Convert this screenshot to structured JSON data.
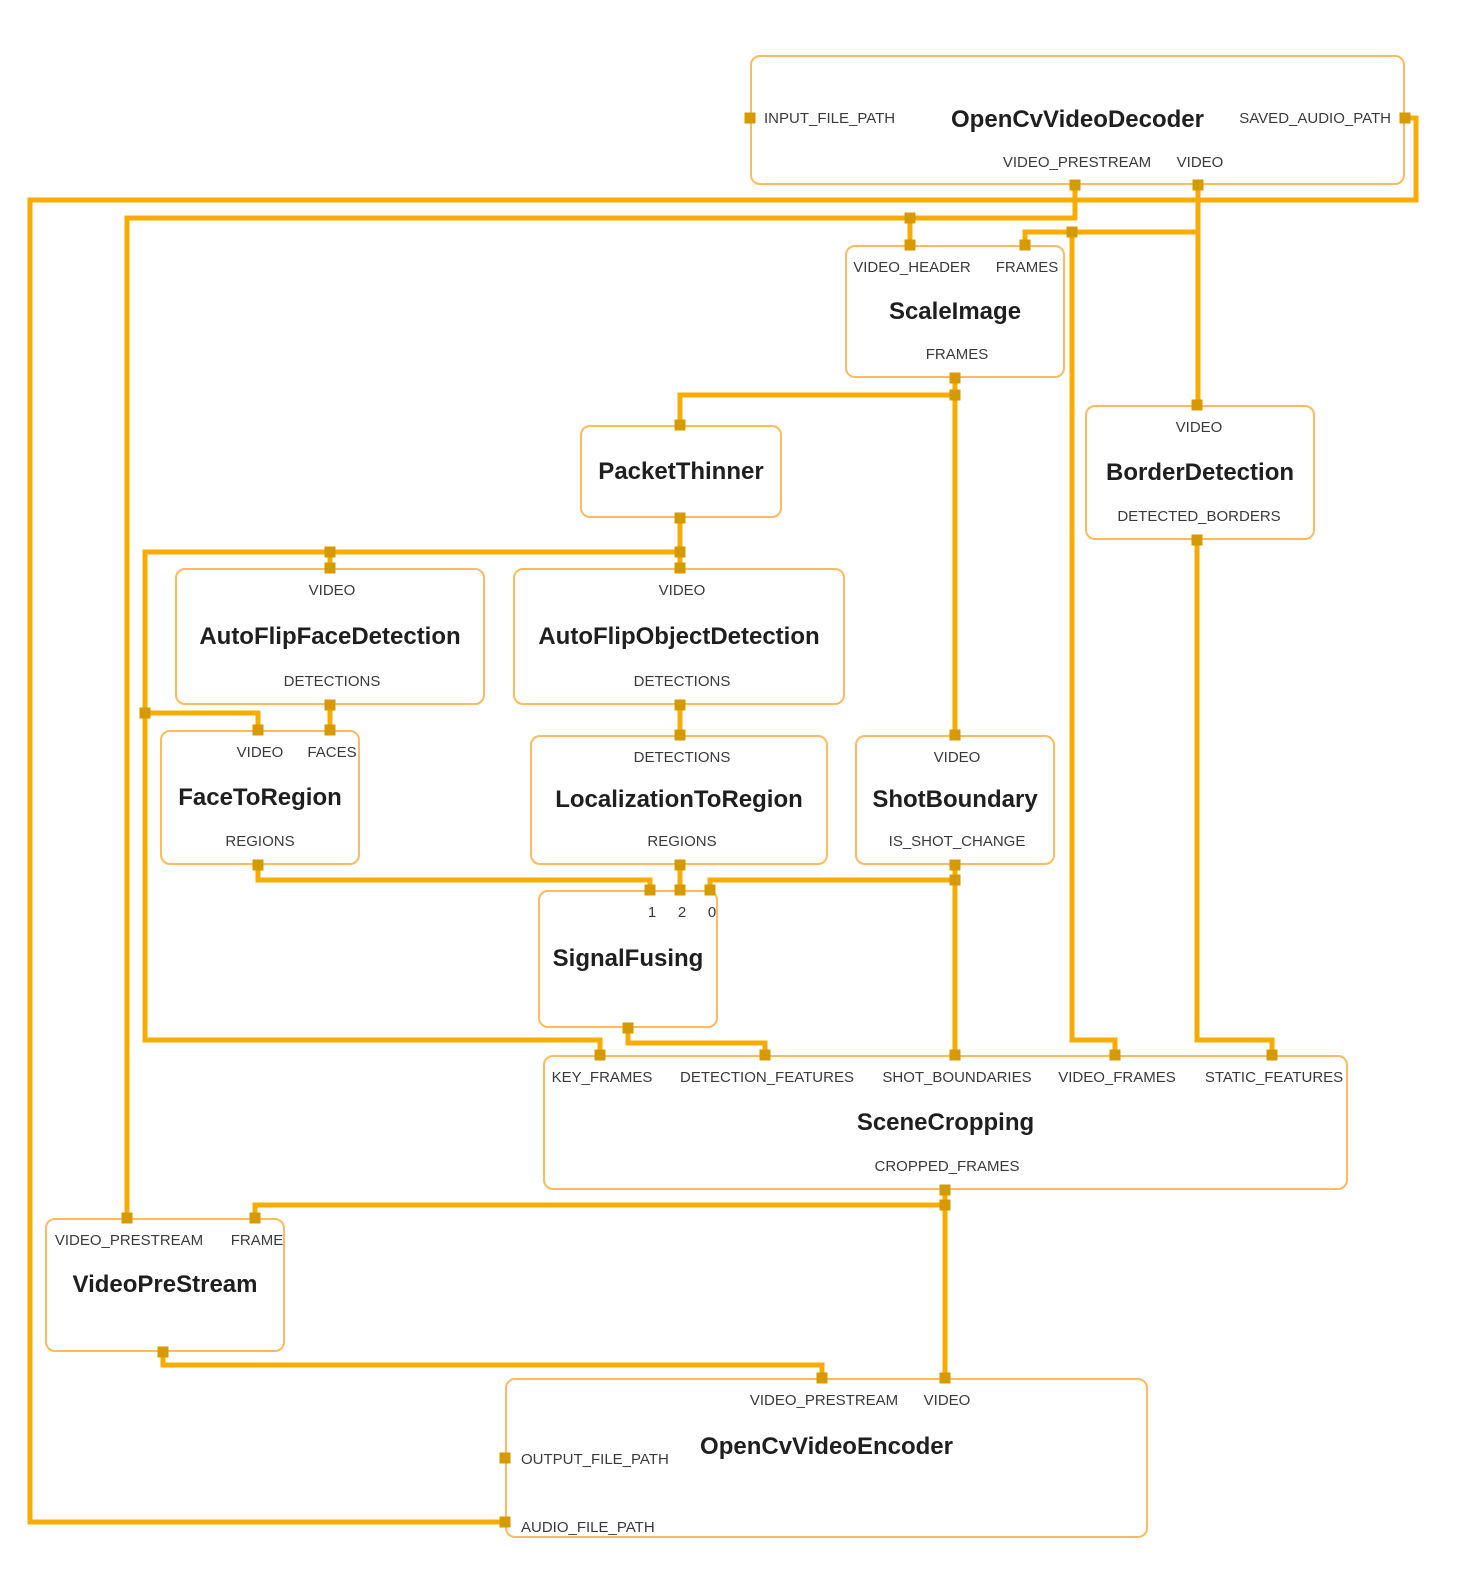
{
  "nodes": {
    "decoder": {
      "title": "OpenCvVideoDecoder",
      "ports": {
        "input_file_path": "INPUT_FILE_PATH",
        "saved_audio_path": "SAVED_AUDIO_PATH",
        "video_prestream": "VIDEO_PRESTREAM",
        "video": "VIDEO"
      }
    },
    "scale_image": {
      "title": "ScaleImage",
      "ports": {
        "video_header": "VIDEO_HEADER",
        "frames_in": "FRAMES",
        "frames_out": "FRAMES"
      }
    },
    "packet_thinner": {
      "title": "PacketThinner"
    },
    "border_detection": {
      "title": "BorderDetection",
      "ports": {
        "video": "VIDEO",
        "detected_borders": "DETECTED_BORDERS"
      }
    },
    "face_detection": {
      "title": "AutoFlipFaceDetection",
      "ports": {
        "video": "VIDEO",
        "detections": "DETECTIONS"
      }
    },
    "object_detection": {
      "title": "AutoFlipObjectDetection",
      "ports": {
        "video": "VIDEO",
        "detections": "DETECTIONS"
      }
    },
    "face_to_region": {
      "title": "FaceToRegion",
      "ports": {
        "video": "VIDEO",
        "faces": "FACES",
        "regions": "REGIONS"
      }
    },
    "localization_to_region": {
      "title": "LocalizationToRegion",
      "ports": {
        "detections": "DETECTIONS",
        "regions": "REGIONS"
      }
    },
    "shot_boundary": {
      "title": "ShotBoundary",
      "ports": {
        "video": "VIDEO",
        "is_shot_change": "IS_SHOT_CHANGE"
      }
    },
    "signal_fusing": {
      "title": "SignalFusing",
      "ports": {
        "in1": "1",
        "in2": "2",
        "in0": "0"
      }
    },
    "scene_cropping": {
      "title": "SceneCropping",
      "ports": {
        "key_frames": "KEY_FRAMES",
        "detection_features": "DETECTION_FEATURES",
        "shot_boundaries": "SHOT_BOUNDARIES",
        "video_frames": "VIDEO_FRAMES",
        "static_features": "STATIC_FEATURES",
        "cropped_frames": "CROPPED_FRAMES"
      }
    },
    "video_pre_stream": {
      "title": "VideoPreStream",
      "ports": {
        "video_prestream": "VIDEO_PRESTREAM",
        "frame": "FRAME"
      }
    },
    "encoder": {
      "title": "OpenCvVideoEncoder",
      "ports": {
        "video_prestream": "VIDEO_PRESTREAM",
        "video": "VIDEO",
        "output_file_path": "OUTPUT_FILE_PATH",
        "audio_file_path": "AUDIO_FILE_PATH"
      }
    }
  },
  "edges": [
    {
      "from": "OpenCvVideoDecoder.SAVED_AUDIO_PATH",
      "to": "OpenCvVideoEncoder.AUDIO_FILE_PATH"
    },
    {
      "from": "OpenCvVideoDecoder.VIDEO_PRESTREAM",
      "to": "ScaleImage.VIDEO_HEADER"
    },
    {
      "from": "OpenCvVideoDecoder.VIDEO_PRESTREAM",
      "to": "VideoPreStream.VIDEO_PRESTREAM"
    },
    {
      "from": "OpenCvVideoDecoder.VIDEO",
      "to": "ScaleImage.FRAMES"
    },
    {
      "from": "OpenCvVideoDecoder.VIDEO",
      "to": "BorderDetection.VIDEO"
    },
    {
      "from": "OpenCvVideoDecoder.VIDEO",
      "to": "SceneCropping.VIDEO_FRAMES"
    },
    {
      "from": "ScaleImage.FRAMES",
      "to": "PacketThinner.IN"
    },
    {
      "from": "ScaleImage.FRAMES",
      "to": "ShotBoundary.VIDEO"
    },
    {
      "from": "PacketThinner.OUT",
      "to": "AutoFlipFaceDetection.VIDEO"
    },
    {
      "from": "PacketThinner.OUT",
      "to": "AutoFlipObjectDetection.VIDEO"
    },
    {
      "from": "PacketThinner.OUT",
      "to": "FaceToRegion.VIDEO"
    },
    {
      "from": "PacketThinner.OUT",
      "to": "SceneCropping.KEY_FRAMES"
    },
    {
      "from": "AutoFlipFaceDetection.DETECTIONS",
      "to": "FaceToRegion.FACES"
    },
    {
      "from": "AutoFlipObjectDetection.DETECTIONS",
      "to": "LocalizationToRegion.DETECTIONS"
    },
    {
      "from": "FaceToRegion.REGIONS",
      "to": "SignalFusing.1"
    },
    {
      "from": "LocalizationToRegion.REGIONS",
      "to": "SignalFusing.2"
    },
    {
      "from": "ShotBoundary.IS_SHOT_CHANGE",
      "to": "SignalFusing.0"
    },
    {
      "from": "ShotBoundary.IS_SHOT_CHANGE",
      "to": "SceneCropping.SHOT_BOUNDARIES"
    },
    {
      "from": "SignalFusing.OUT",
      "to": "SceneCropping.DETECTION_FEATURES"
    },
    {
      "from": "BorderDetection.DETECTED_BORDERS",
      "to": "SceneCropping.STATIC_FEATURES"
    },
    {
      "from": "SceneCropping.CROPPED_FRAMES",
      "to": "VideoPreStream.FRAME"
    },
    {
      "from": "SceneCropping.CROPPED_FRAMES",
      "to": "OpenCvVideoEncoder.VIDEO"
    },
    {
      "from": "VideoPreStream.OUT",
      "to": "OpenCvVideoEncoder.VIDEO_PRESTREAM"
    }
  ],
  "colors": {
    "edge": "#F9AC00",
    "port": "#D49A00",
    "node_border": "#FFB95E",
    "title_text": "#1F1F1F",
    "label_text": "#3A3A3A",
    "background": "#FFFFFF"
  }
}
